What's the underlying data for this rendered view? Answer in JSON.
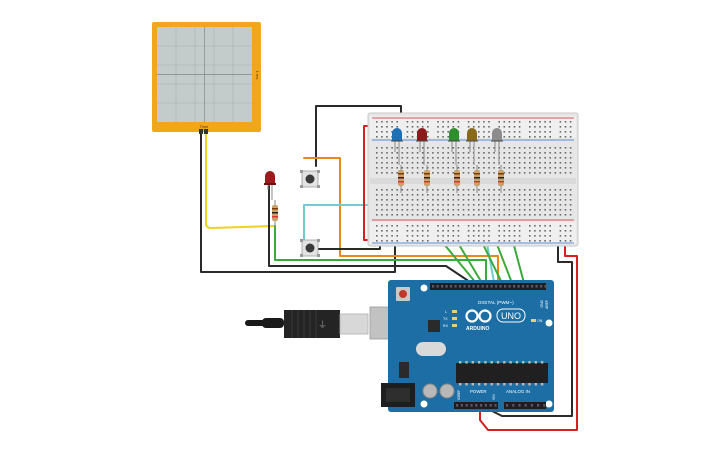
{
  "circuit": {
    "oscilloscope": {
      "side_label": "1 ms",
      "bottom_label": "Time"
    },
    "arduino": {
      "model_label": "UNO",
      "brand_label": "ARDUINO",
      "digital_header_label": "DIGITAL (PWM~)",
      "power_label": "POWER",
      "analog_label": "ANALOG IN",
      "on_label": "ON",
      "tx_label": "TX",
      "rx_label": "RX",
      "l_label": "L",
      "ioref_label": "IOREF",
      "vin_label": "VIN",
      "aref_label": "AREF",
      "gnd_label": "GND"
    },
    "breadboard_leds": [
      {
        "name": "blue",
        "color": "#1f6fb5"
      },
      {
        "name": "red",
        "color": "#8e1b1b"
      },
      {
        "name": "green",
        "color": "#2f8f2f"
      },
      {
        "name": "olive",
        "color": "#8a6a1a"
      },
      {
        "name": "grey",
        "color": "#8c8c8c"
      }
    ],
    "standalone_led": {
      "color": "#9a1c1c"
    },
    "colors": {
      "breadboard": "#e6e6e6",
      "arduino_board": "#1c6ea4",
      "scope_frame": "#f0a81a",
      "scope_screen": "#c3cbcb",
      "wire_green": "#3aaa3a",
      "wire_black": "#2a2a2a",
      "wire_red": "#d42020",
      "wire_orange": "#e88a1a",
      "wire_cyan": "#6fcdd0",
      "wire_yellow": "#f0d020"
    }
  }
}
